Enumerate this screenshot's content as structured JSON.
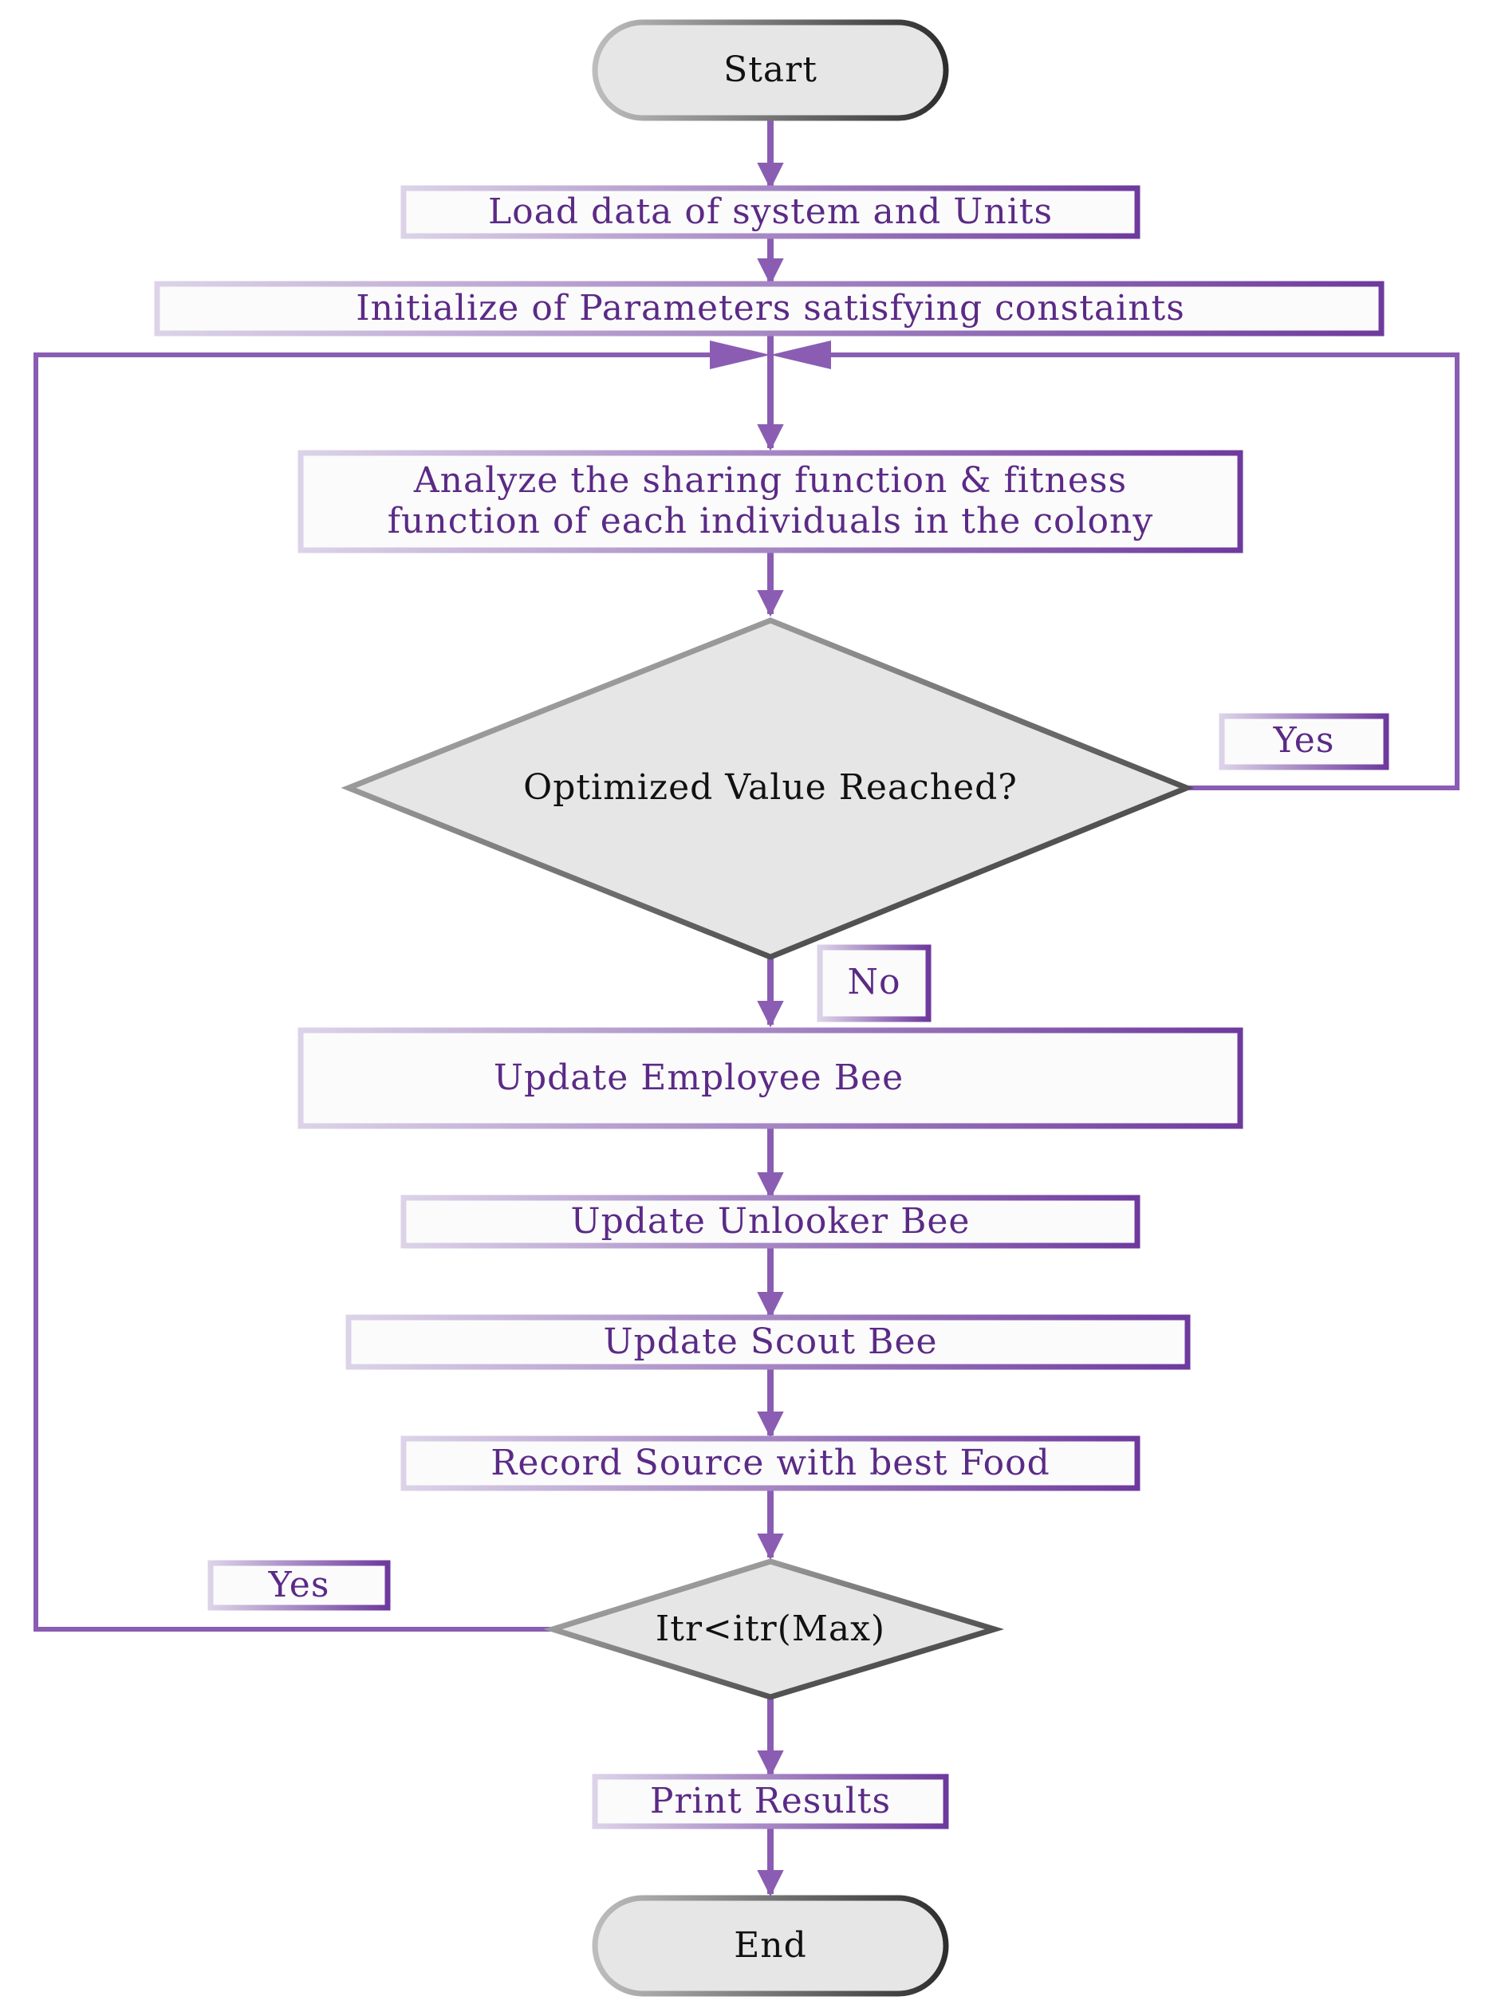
{
  "flowchart": {
    "start": "Start",
    "load_data": "Load data of system and Units",
    "initialize": "Initialize of Parameters satisfying constaints",
    "analyze_line1": "Analyze the sharing function & fitness",
    "analyze_line2": "function of each individuals in the colony",
    "decision_optimized": "Optimized Value Reached?",
    "label_yes_top": "Yes",
    "label_no": "No",
    "update_employee": "Update Employee Bee",
    "update_unlooker": "Update Unlooker Bee",
    "update_scout": "Update Scout Bee",
    "record_source": "Record Source with best Food",
    "label_yes_bottom": "Yes",
    "decision_itr": "Itr<itr(Max)",
    "print_results": "Print Results",
    "end": "End"
  },
  "colors": {
    "purple_line": "#8a5db3",
    "purple_text": "#5b2a86",
    "terminal_fill": "#e6e6e6",
    "box_fill": "#fbfbfb"
  }
}
